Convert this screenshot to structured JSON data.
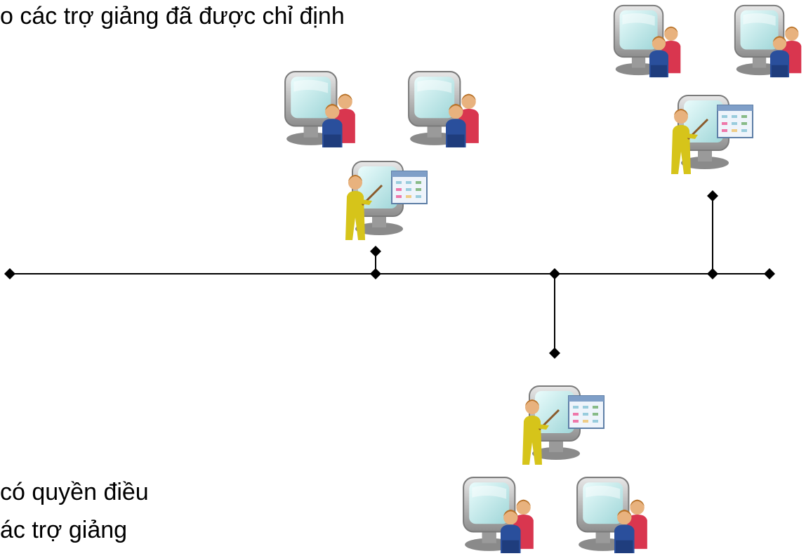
{
  "captions": {
    "top": "o các trợ giảng đã được chỉ định",
    "bottom_line1": "có quyền điều",
    "bottom_line2": "ác trợ giảng"
  },
  "icons": {
    "student": "student-computer-icon",
    "teacher": "teacher-computer-icon"
  },
  "colors": {
    "line": "#000000",
    "node": "#000000",
    "screen": "#c9ecec",
    "monitor": "#a6a6a6",
    "teacher": "#d6c41a",
    "student_front": "#2a4f9c",
    "student_back": "#d9364f",
    "skin": "#e8b27e",
    "hair": "#b9742b"
  }
}
